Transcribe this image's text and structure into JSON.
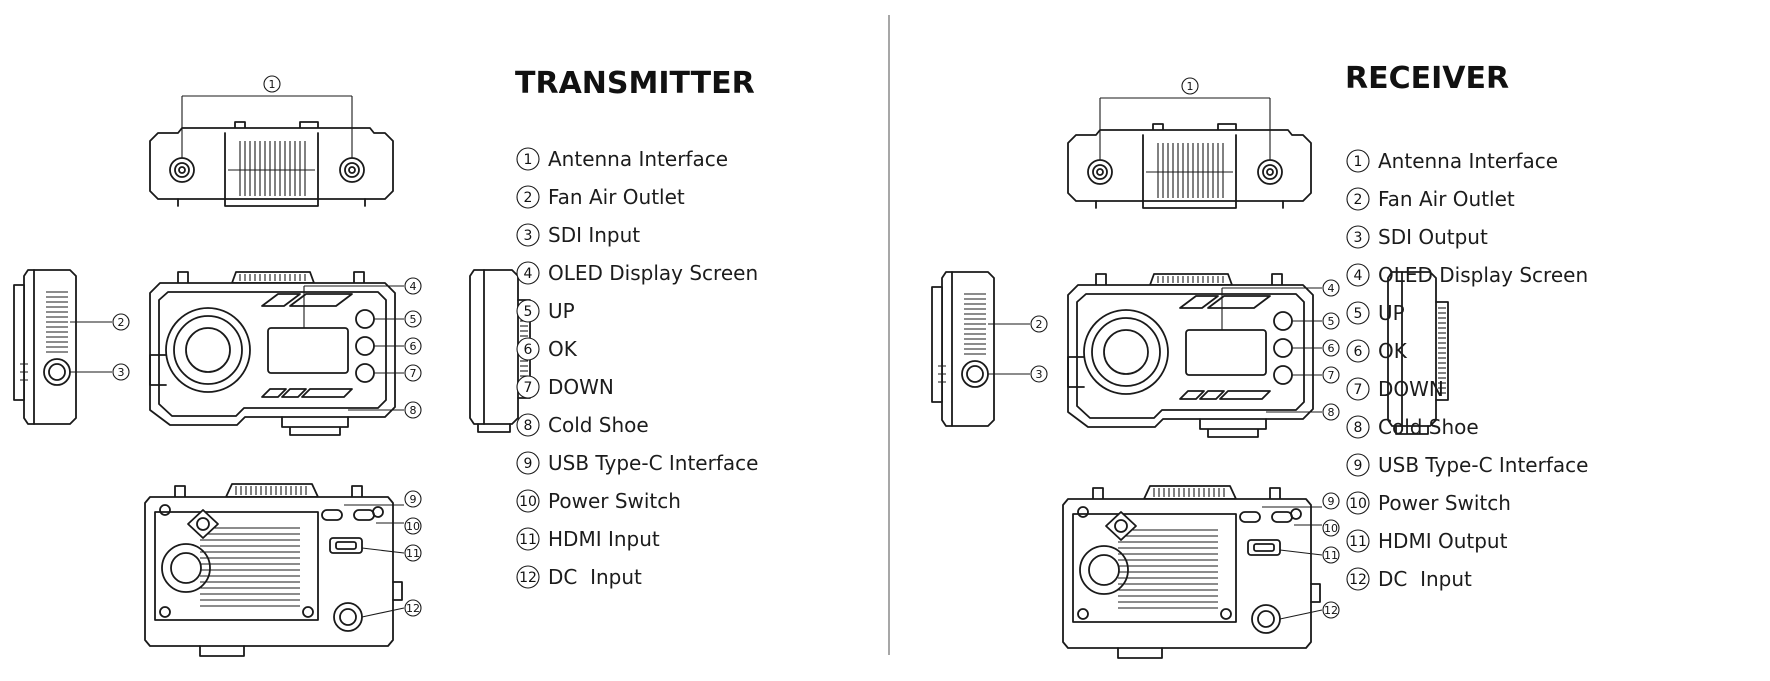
{
  "panels": [
    {
      "title": "TRANSMITTER",
      "items": [
        {
          "num": "1",
          "label": "Antenna Interface"
        },
        {
          "num": "2",
          "label": "Fan Air Outlet"
        },
        {
          "num": "3",
          "label": "SDI Input"
        },
        {
          "num": "4",
          "label": "OLED Display Screen"
        },
        {
          "num": "5",
          "label": "UP"
        },
        {
          "num": "6",
          "label": "OK"
        },
        {
          "num": "7",
          "label": "DOWN"
        },
        {
          "num": "8",
          "label": "Cold Shoe"
        },
        {
          "num": "9",
          "label": "USB Type-C Interface"
        },
        {
          "num": "10",
          "label": "Power Switch"
        },
        {
          "num": "11",
          "label": "HDMI Input"
        },
        {
          "num": "12",
          "label": "DC  Input"
        }
      ]
    },
    {
      "title": "RECEIVER",
      "items": [
        {
          "num": "1",
          "label": "Antenna Interface"
        },
        {
          "num": "2",
          "label": "Fan Air Outlet"
        },
        {
          "num": "3",
          "label": "SDI Output"
        },
        {
          "num": "4",
          "label": "OLED Display Screen"
        },
        {
          "num": "5",
          "label": "UP"
        },
        {
          "num": "6",
          "label": "OK"
        },
        {
          "num": "7",
          "label": "DOWN"
        },
        {
          "num": "8",
          "label": "Cold Shoe"
        },
        {
          "num": "9",
          "label": "USB Type-C Interface"
        },
        {
          "num": "10",
          "label": "Power Switch"
        },
        {
          "num": "11",
          "label": "HDMI Output"
        },
        {
          "num": "12",
          "label": "DC  Input"
        }
      ]
    }
  ]
}
